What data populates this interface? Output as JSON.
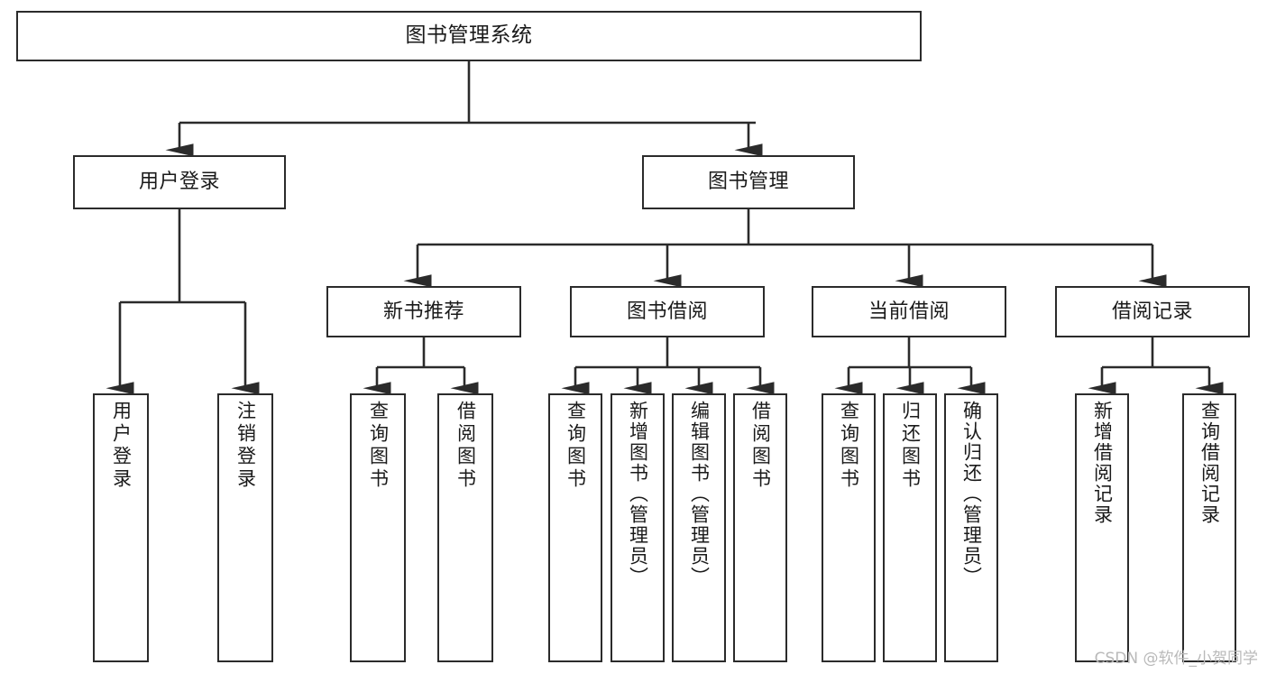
{
  "diagram": {
    "type": "tree-hierarchy-chart",
    "title": "图书管理系统",
    "line_color": "#2b2b2b",
    "box_fill": "#ffffff",
    "text_color": "#1a1a1a",
    "nodes": {
      "root": {
        "label": "图书管理系统"
      },
      "level2": [
        {
          "id": "user-login",
          "label": "用户登录"
        },
        {
          "id": "book-manage",
          "label": "图书管理"
        }
      ],
      "level3": [
        {
          "id": "new-book-rec",
          "label": "新书推荐"
        },
        {
          "id": "book-borrow",
          "label": "图书借阅"
        },
        {
          "id": "current-borrow",
          "label": "当前借阅"
        },
        {
          "id": "borrow-record",
          "label": "借阅记录"
        }
      ],
      "leaves": {
        "user-login": [
          {
            "id": "leaf-user-login",
            "label": "用户登录"
          },
          {
            "id": "leaf-user-logout",
            "label": "注销登录"
          }
        ],
        "new-book-rec": [
          {
            "id": "leaf-query-book-1",
            "label": "查询图书"
          },
          {
            "id": "leaf-borrow-book-1",
            "label": "借阅图书"
          }
        ],
        "book-borrow": [
          {
            "id": "leaf-query-book-2",
            "label": "查询图书"
          },
          {
            "id": "leaf-add-book",
            "label": "新增图书（管理员）"
          },
          {
            "id": "leaf-edit-book",
            "label": "编辑图书（管理员）"
          },
          {
            "id": "leaf-borrow-book-2",
            "label": "借阅图书"
          }
        ],
        "current-borrow": [
          {
            "id": "leaf-query-book-3",
            "label": "查询图书"
          },
          {
            "id": "leaf-return-book",
            "label": "归还图书"
          },
          {
            "id": "leaf-confirm-return",
            "label": "确认归还（管理员）"
          }
        ],
        "borrow-record": [
          {
            "id": "leaf-add-record",
            "label": "新增借阅记录"
          },
          {
            "id": "leaf-query-record",
            "label": "查询借阅记录"
          }
        ]
      }
    }
  },
  "watermark": {
    "text": "CSDN @软件_小贺同学"
  }
}
